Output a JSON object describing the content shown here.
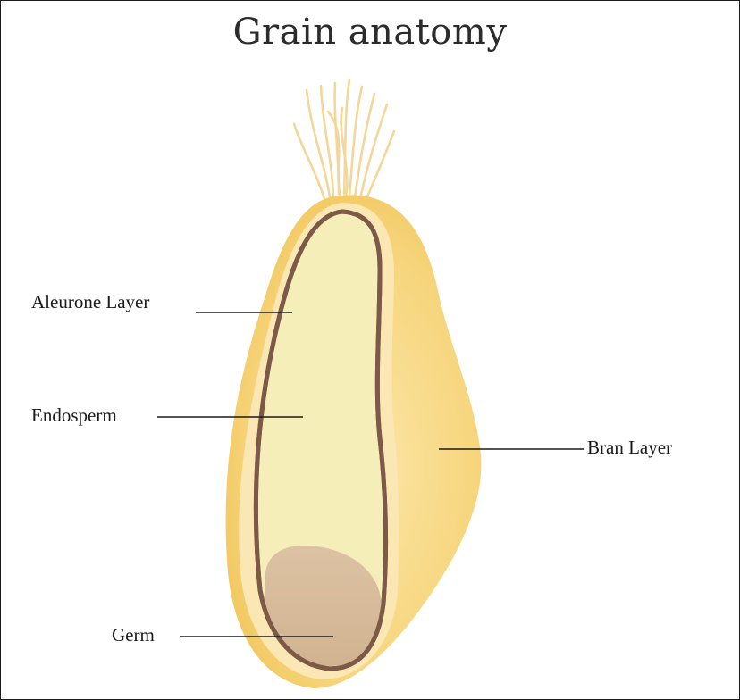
{
  "title": "Grain anatomy",
  "labels": {
    "aleurone": "Aleurone Layer",
    "endosperm": "Endosperm",
    "bran": "Bran Layer",
    "germ": "Germ"
  },
  "colors": {
    "bran": "#f4c95d",
    "bran_light": "#fbe7b4",
    "endosperm": "#f6eeb8",
    "aleurone": "#7d5a48",
    "germ": "#d8bc9c",
    "hair": "#f3d79a",
    "leader": "#1a1a1a"
  }
}
